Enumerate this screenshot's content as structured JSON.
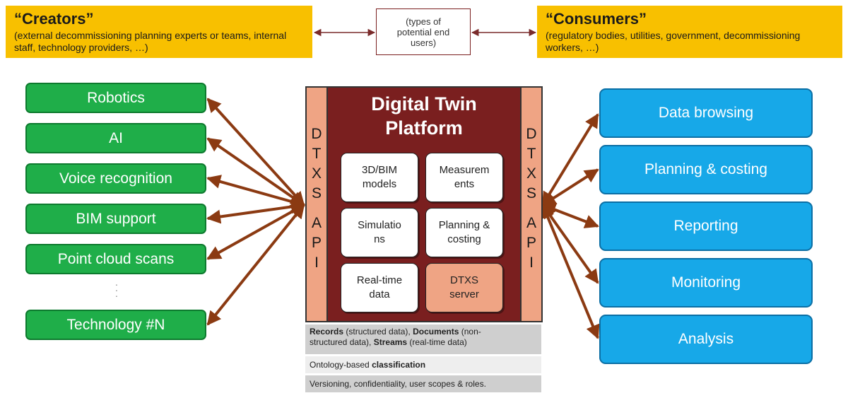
{
  "roles": {
    "creators": {
      "title": "“Creators”",
      "desc_line1": "(external decommissioning planning experts or teams, internal",
      "desc_line2": "staff, technology providers, …)"
    },
    "consumers": {
      "title": "“Consumers”",
      "desc_line1": "(regulatory bodies, utilities, government, decommissioning",
      "desc_line2": "workers, …)"
    },
    "note_line1": "(types of",
    "note_line2": "potential end",
    "note_line3": "users)"
  },
  "creators_list": [
    "Robotics",
    "AI",
    "Voice recognition",
    "BIM support",
    "Point cloud scans",
    "Technology #N"
  ],
  "ellipsis": "·",
  "consumers_list": [
    "Data browsing",
    "Planning & costing",
    "Reporting",
    "Monitoring",
    "Analysis"
  ],
  "platform": {
    "title_line1": "Digital Twin",
    "title_line2": "Platform",
    "api_letters": [
      "D",
      "T",
      "X",
      "S",
      "A",
      "P",
      "I"
    ],
    "modules": [
      {
        "line1": "3D/BIM",
        "line2": "models"
      },
      {
        "line1": "Measurem",
        "line2": "ents"
      },
      {
        "line1": "Simulatio",
        "line2": "ns"
      },
      {
        "line1": "Planning &",
        "line2": "costing"
      },
      {
        "line1": "Real-time",
        "line2": "data"
      },
      {
        "line1": "DTXS",
        "line2": "server"
      }
    ]
  },
  "features": {
    "band1": {
      "b1": "Records",
      "t1": " (structured data), ",
      "b2": "Documents",
      "t2": " (non-",
      "t3": "structured data), ",
      "b3": "Streams",
      "t4": " (real-time data)"
    },
    "band2": {
      "t1": "Ontology-based ",
      "b1": "classification"
    },
    "band3": "Versioning, confidentiality, user scopes & roles."
  },
  "colors": {
    "banner": "#f8c000",
    "creator_green": "#1fae49",
    "consumer_blue": "#17a8e8",
    "platform_maroon": "#7a1f1f",
    "api_salmon": "#efa484",
    "arrow_brown": "#8b3a12"
  }
}
